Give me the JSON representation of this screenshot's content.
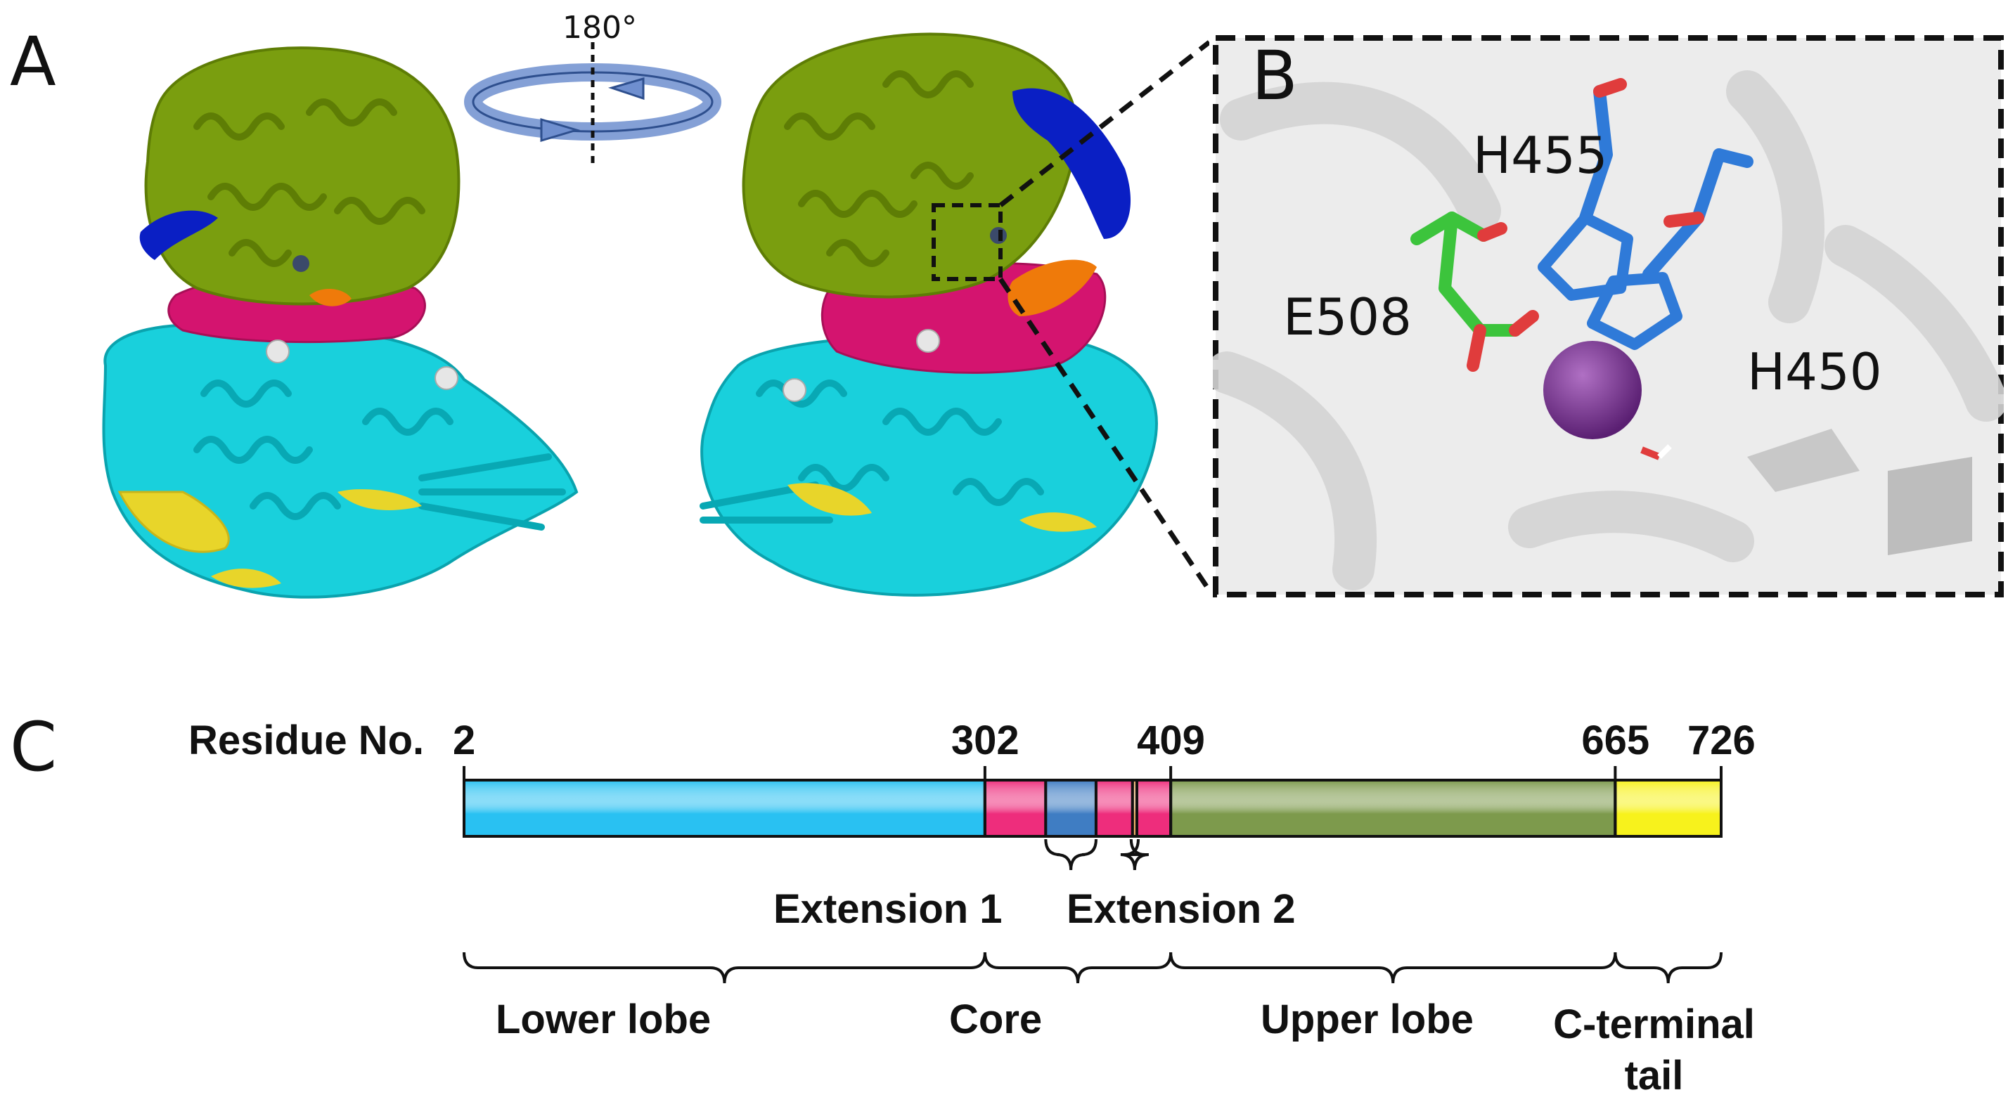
{
  "panels": {
    "a": "A",
    "b": "B",
    "c": "C"
  },
  "rotation": {
    "label": "180°"
  },
  "zoom_residues": [
    {
      "id": "his455",
      "label": "H455"
    },
    {
      "id": "glu508",
      "label": "E508"
    },
    {
      "id": "his450",
      "label": "H450"
    }
  ],
  "domain_map": {
    "axis_label": "Residue No.",
    "ticks": [
      {
        "value": 2,
        "label": "2"
      },
      {
        "value": 302,
        "label": "302"
      },
      {
        "value": 409,
        "label": "409"
      },
      {
        "value": 665,
        "label": "665"
      },
      {
        "value": 726,
        "label": "726"
      }
    ],
    "segments": [
      {
        "name": "lower-lobe",
        "start": 2,
        "end": 302,
        "color": "#29c1f2"
      },
      {
        "name": "core-a",
        "start": 302,
        "end": 337,
        "color": "#ee2d7c"
      },
      {
        "name": "extension-1",
        "start": 337,
        "end": 366,
        "color": "#3f7dc3"
      },
      {
        "name": "core-b",
        "start": 366,
        "end": 387,
        "color": "#ee2d7c"
      },
      {
        "name": "extension-2",
        "start": 387,
        "end": 389.5,
        "color": "#f9b46f"
      },
      {
        "name": "core-c",
        "start": 389.5,
        "end": 409,
        "color": "#ee2d7c"
      },
      {
        "name": "upper-lobe",
        "start": 409,
        "end": 665,
        "color": "#7d9a4c"
      },
      {
        "name": "c-terminal-tail",
        "start": 665,
        "end": 726,
        "color": "#f7f21c"
      }
    ],
    "extensions": [
      {
        "label": "Extension 1"
      },
      {
        "label": "Extension 2"
      }
    ],
    "regions": [
      {
        "label": "Lower lobe"
      },
      {
        "label": "Core"
      },
      {
        "label": "Upper lobe"
      },
      {
        "label": "C-terminal tail"
      }
    ]
  },
  "colors": {
    "upper_lobe": "#7a9e0f",
    "lower_lobe": "#19d0dc",
    "core": "#d4146f",
    "c_terminal": "#e8d52a",
    "blue_helix": "#0a1fc4",
    "orange_helix": "#ef7a0a",
    "metal_ion": "#7a2f8f",
    "glu_carbon": "#3cc43c",
    "his_carbon": "#2f7ad8"
  }
}
